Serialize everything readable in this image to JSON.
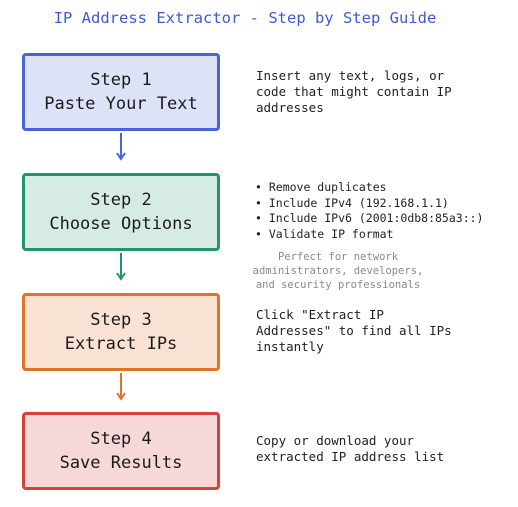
{
  "title": "IP Address Extractor - Step by Step Guide",
  "steps": [
    {
      "line1": "Step 1",
      "line2": "Paste Your Text",
      "desc": [
        "Insert any text, logs, or",
        "code that might contain IP",
        "addresses"
      ]
    },
    {
      "line1": "Step 2",
      "line2": "Choose Options",
      "bullets": [
        "• Remove duplicates",
        "• Include IPv4 (192.168.1.1)",
        "• Include IPv6 (2001:0db8:85a3::)",
        "• Validate IP format"
      ]
    },
    {
      "line1": "Step 3",
      "line2": "Extract IPs",
      "desc": [
        "Click \"Extract IP",
        "Addresses\" to find all IPs",
        "instantly"
      ]
    },
    {
      "line1": "Step 4",
      "line2": "Save Results",
      "desc": [
        "Copy or download your",
        "extracted IP address list"
      ]
    }
  ],
  "note": [
    "Perfect for network",
    "administrators, developers,",
    "and security professionals"
  ],
  "colors": {
    "step1": "#4a63d9",
    "step2": "#23936a",
    "step3": "#e0732c",
    "step4": "#d9403d"
  }
}
